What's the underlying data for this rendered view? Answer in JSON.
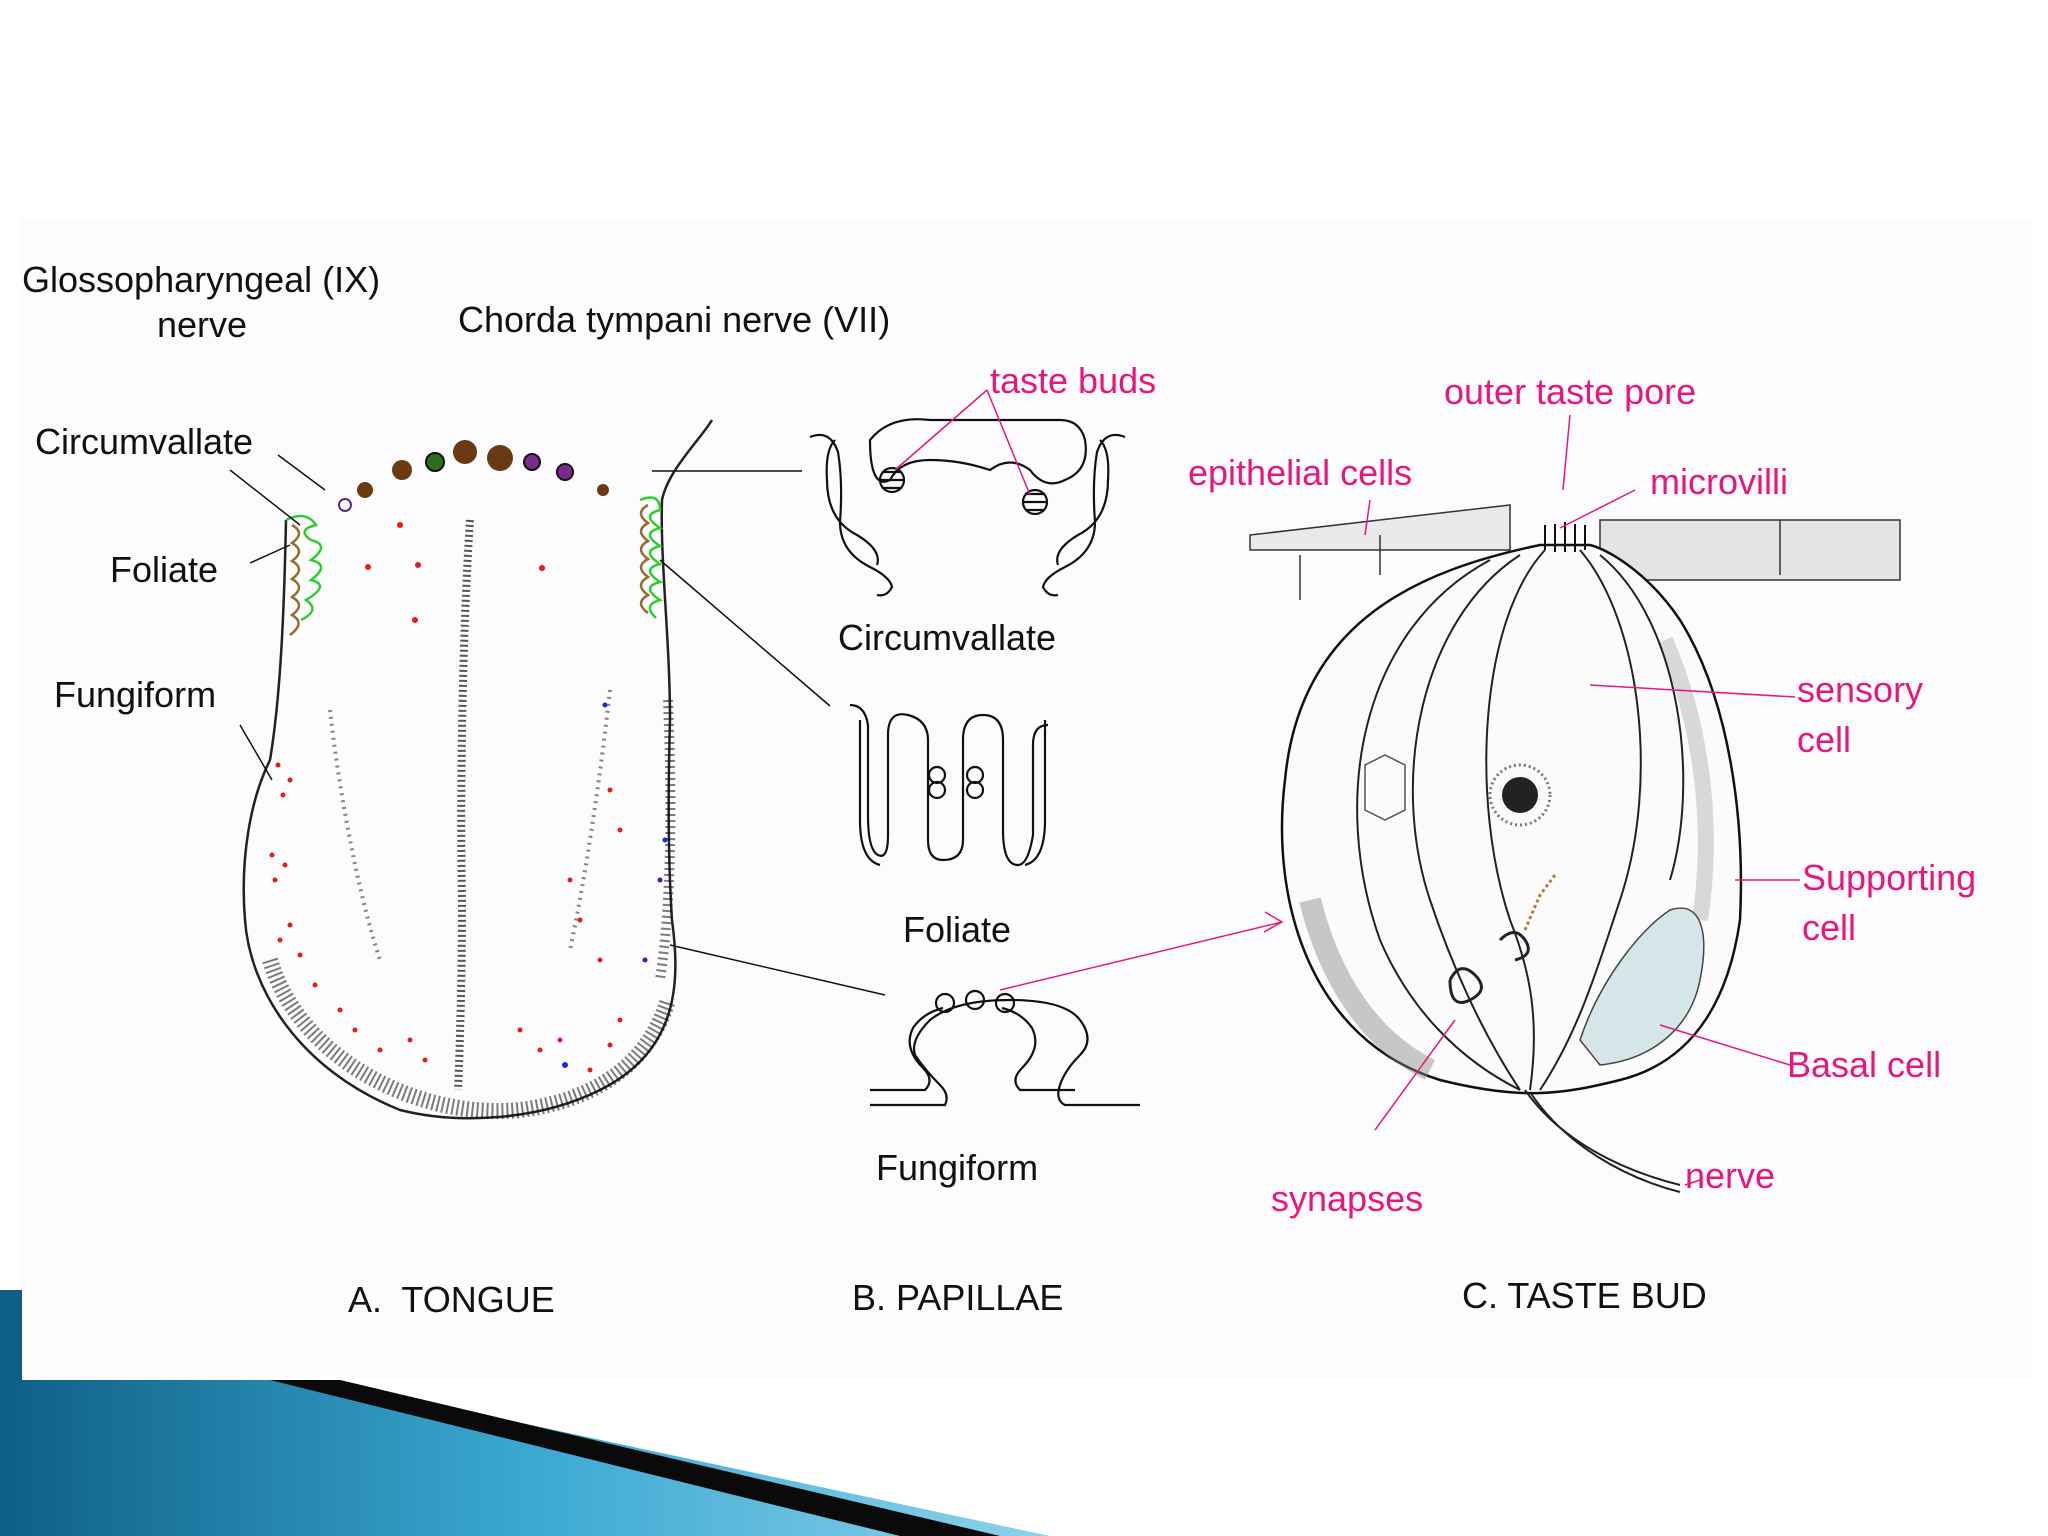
{
  "colors": {
    "label_black": "#111111",
    "label_magenta": "#e6177e",
    "papilla_dot_red": "#e81c1c",
    "circumvallate_brown": "#6b3a12",
    "foliate_green": "#2bcf2b",
    "foliate_brown": "#9a6a30",
    "slide_teal": "#1b7fa8",
    "slide_dark": "#0a0a0a"
  },
  "panel_a": {
    "glosso_line1": "Glossopharyngeal (IX)",
    "glosso_line2": "nerve",
    "chorda": "Chorda tympani nerve (VII)",
    "circumvallate": "Circumvallate",
    "foliate": "Foliate",
    "fungiform": "Fungiform",
    "caption": "A.  TONGUE"
  },
  "panel_b": {
    "taste_buds": "taste buds",
    "circumvallate": "Circumvallate",
    "foliate": "Foliate",
    "fungiform": "Fungiform",
    "caption": "B. PAPILLAE"
  },
  "panel_c": {
    "outer_taste_pore": "outer taste pore",
    "epithelial_cells": "epithelial cells",
    "microvilli": "microvilli",
    "sensory_line1": "sensory",
    "sensory_line2": "cell",
    "supporting_line1": "Supporting",
    "supporting_line2": "cell",
    "basal_cell": "Basal cell",
    "nerve": "nerve",
    "synapses": "synapses",
    "caption": "C. TASTE BUD"
  },
  "icons": [
    "slide-corner-decoration-icon"
  ]
}
